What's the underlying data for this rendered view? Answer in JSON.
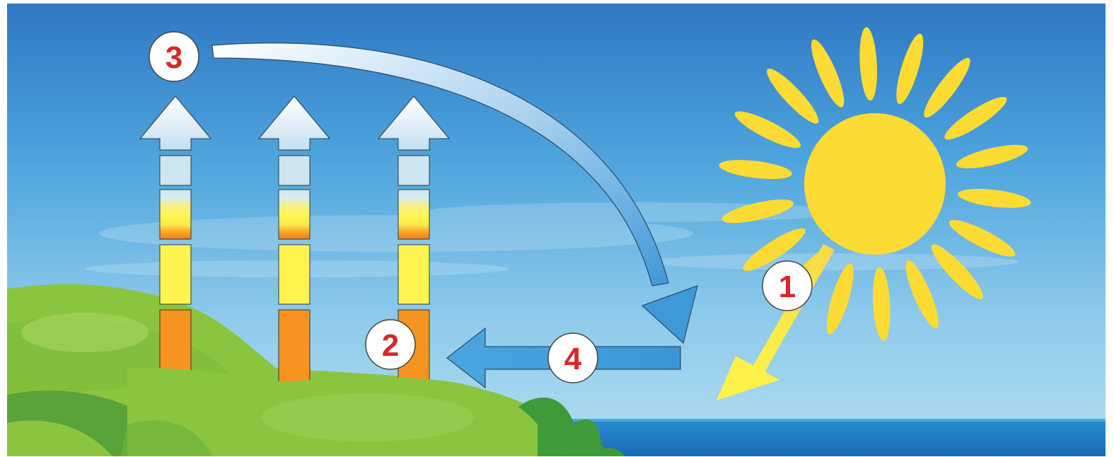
{
  "diagram": {
    "markers": [
      {
        "id": "marker-1",
        "label": "1"
      },
      {
        "id": "marker-2",
        "label": "2"
      },
      {
        "id": "marker-3",
        "label": "3"
      },
      {
        "id": "marker-4",
        "label": "4"
      }
    ],
    "colors": {
      "sky_top": "#2f78c4",
      "sky_bottom": "#a9daf0",
      "sun": "#fddb35",
      "sunbeam": "#fbe84a",
      "marker_number": "#d8262b",
      "grass_light": "#8cc63f",
      "grass_dark": "#3f9a3a",
      "sea": "#1f7fc6",
      "heat_hot": "#f07d1c",
      "heat_warm": "#fff45a",
      "air_cool": "#d7ecf4",
      "flow_arrow": "#4aa3dd"
    },
    "icons": [
      "sun-icon",
      "sunbeam-arrow-icon",
      "rising-air-arrow-icon",
      "curved-arrow-icon",
      "return-arrow-icon"
    ]
  }
}
